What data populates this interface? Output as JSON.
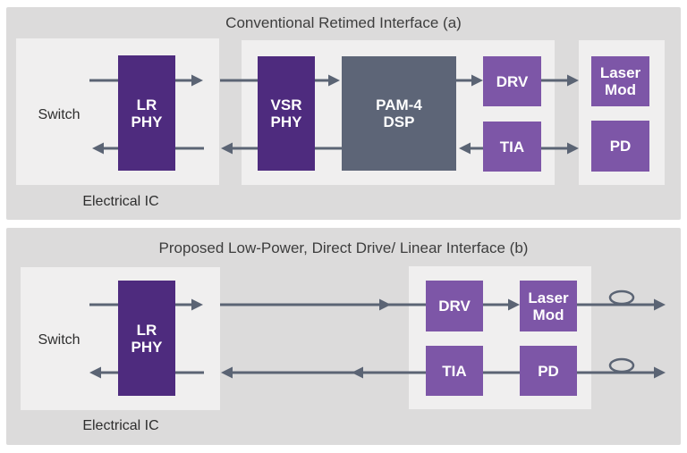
{
  "colors": {
    "panel_bg": "#dcdbdb",
    "inner_box_bg": "#f0efef",
    "dark_purple": "#4e2b7e",
    "medium_purple": "#7d56a7",
    "slate": "#5d6577",
    "arrow": "#5b6474",
    "title_text": "#3d3d3d",
    "label_text": "#2e2e2e",
    "block_text": "#ffffff"
  },
  "panels": [
    {
      "id": "a",
      "title": "Conventional Retimed Interface (a)",
      "labels": {
        "switch": "Switch",
        "electrical_ic": "Electrical IC"
      },
      "blocks": {
        "lr_phy": "LR\nPHY",
        "vsr_phy": "VSR\nPHY",
        "pam4_dsp": "PAM-4\nDSP",
        "drv": "DRV",
        "tia": "TIA",
        "laser_mod": "Laser\nMod",
        "pd": "PD"
      }
    },
    {
      "id": "b",
      "title": "Proposed Low-Power, Direct Drive/ Linear Interface (b)",
      "labels": {
        "switch": "Switch",
        "electrical_ic": "Electrical IC"
      },
      "blocks": {
        "lr_phy": "LR\nPHY",
        "drv": "DRV",
        "tia": "TIA",
        "laser_mod": "Laser\nMod",
        "pd": "PD"
      }
    }
  ]
}
